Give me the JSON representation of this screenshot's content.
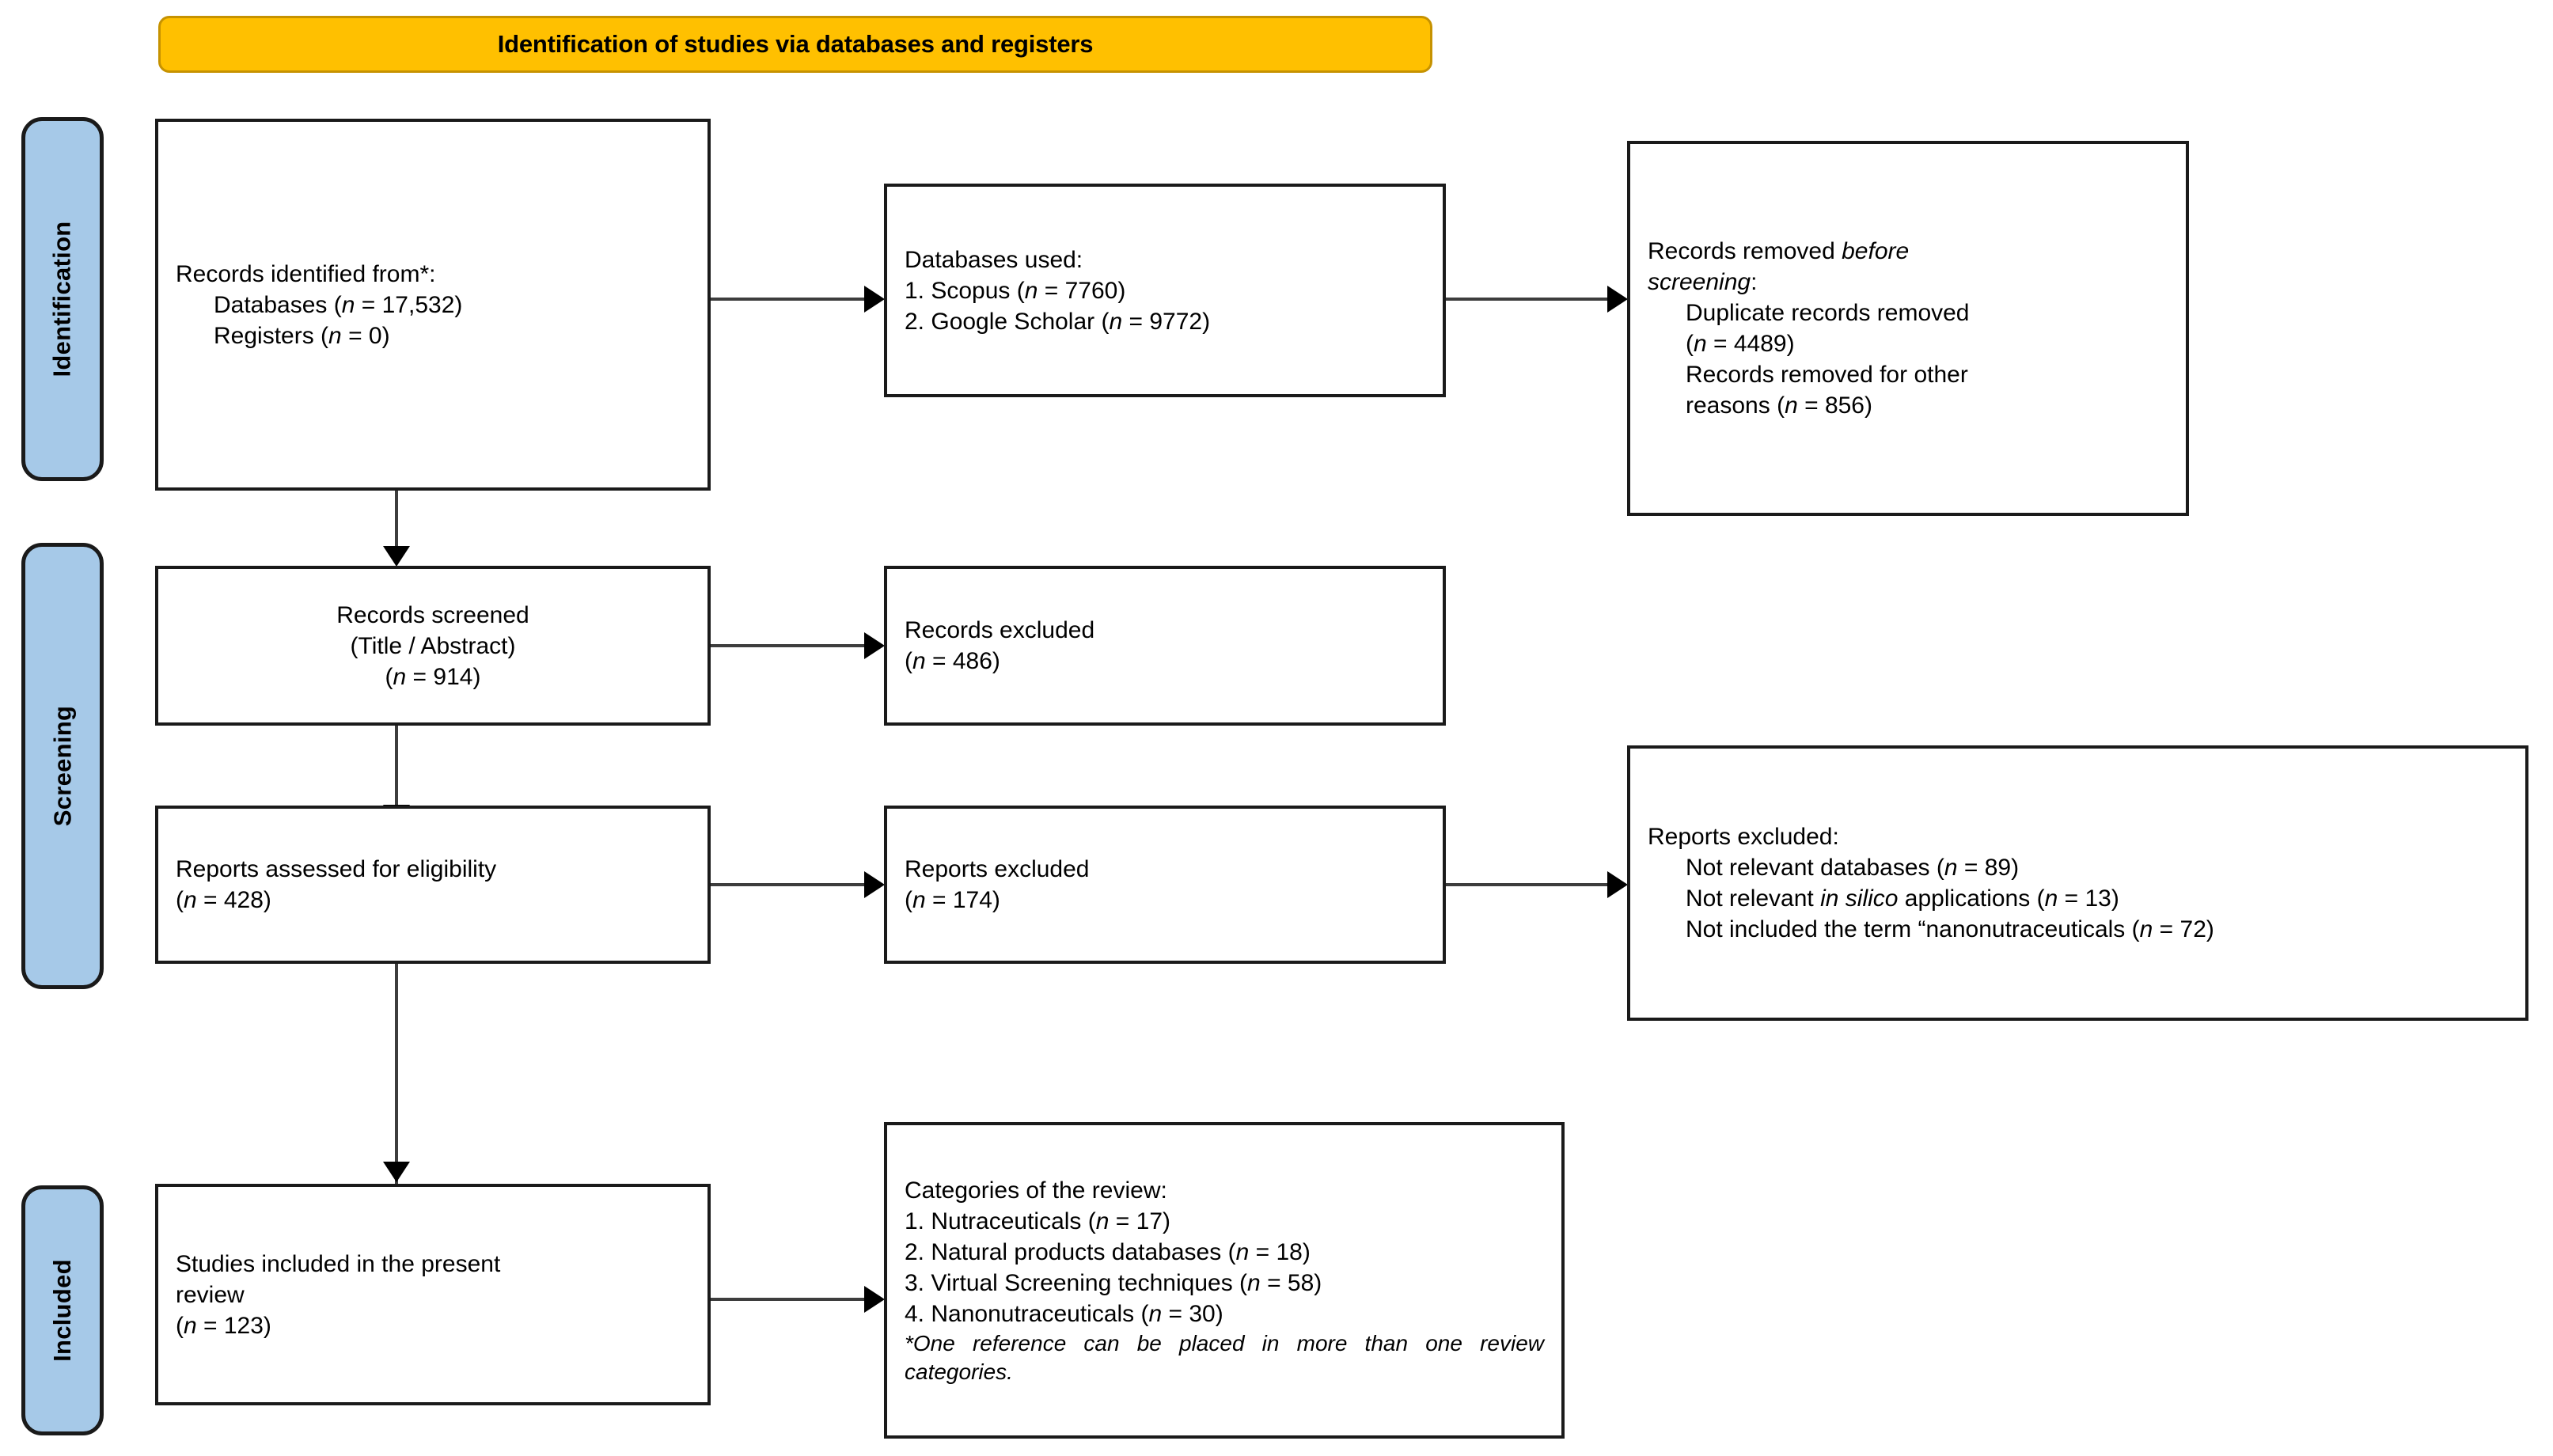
{
  "diagram": {
    "type": "prisma-flow-diagram",
    "banner": {
      "title": "Identification of studies via databases and registers",
      "color": "#ffc000"
    },
    "stages": [
      {
        "id": "identification",
        "label": "Identification",
        "color": "#a6c9e8"
      },
      {
        "id": "screening",
        "label": "Screening",
        "color": "#a6c9e8"
      },
      {
        "id": "included",
        "label": "Included",
        "color": "#a6c9e8"
      }
    ],
    "boxes": {
      "records_identified": {
        "title": "Records identified from*:",
        "items": [
          {
            "label": "Databases (",
            "n_italic": "n",
            "eq": " = 17,532)"
          },
          {
            "label": "Registers (",
            "n_italic": "n",
            "eq": " = 0)"
          }
        ],
        "line1": "Records identified from*:",
        "line2_pre": "Databases (",
        "line2_post": " = 17,532)",
        "line3_pre": "Registers (",
        "line3_post": " = 0)"
      },
      "databases_used": {
        "line1": "Databases used:",
        "line2_pre": "1. Scopus (",
        "line2_post": " = 7760)",
        "line3_pre": "2. Google Scholar (",
        "line3_post": " = 9772)"
      },
      "records_removed": {
        "line1_pre": "Records removed ",
        "line1_it": "before",
        "line2_it": "screening",
        "line2_post": ":",
        "line3": "Duplicate records removed",
        "line4_pre": "(",
        "line4_post": " = 4489)",
        "line5": "Records removed for other",
        "line6_pre": "reasons (",
        "line6_post": " = 856)"
      },
      "records_screened": {
        "line1": "Records screened",
        "line2": "(Title / Abstract)",
        "line3_pre": "(",
        "line3_post": " = 914)"
      },
      "records_excluded": {
        "line1": "Records excluded",
        "line2_pre": "(",
        "line2_post": " = 486)"
      },
      "reports_assessed": {
        "line1": "Reports assessed for eligibility",
        "line2_pre": "(",
        "line2_post": " = 428)"
      },
      "reports_excluded_short": {
        "line1": "Reports excluded",
        "line2_pre": "(",
        "line2_post": " = 174)"
      },
      "reports_excluded_detail": {
        "line1": "Reports excluded:",
        "line2_pre": "Not relevant databases (",
        "line2_post": " = 89)",
        "line3_pre": "Not relevant ",
        "line3_it": "in silico",
        "line3_mid": " applications (",
        "line3_post": " = 13)",
        "line4_pre": "Not included the term “nanonutraceuticals (",
        "line4_post": " = 72)"
      },
      "studies_included": {
        "line1": "Studies included in the present",
        "line2": "review",
        "line3_pre": "(",
        "line3_post": " = 123)"
      },
      "categories": {
        "line1": "Categories of the review:",
        "line2_pre": "1. Nutraceuticals (",
        "line2_post": " = 17)",
        "line3_pre": "2. Natural products databases (",
        "line3_post": " = 18)",
        "line4_pre": "3. Virtual Screening techniques (",
        "line4_post": " = 58)",
        "line5_pre": "4. Nanonutraceuticals (",
        "line5_post": " = 30)",
        "footnote": "*One reference can be placed in more than one review categories."
      }
    },
    "symbols": {
      "n": "n"
    },
    "counts": {
      "databases_identified": 17532,
      "registers_identified": 0,
      "scopus": 7760,
      "google_scholar": 9772,
      "duplicates_removed": 4489,
      "other_reasons_removed": 856,
      "records_screened": 914,
      "records_excluded": 486,
      "reports_assessed": 428,
      "reports_excluded": 174,
      "not_relevant_databases": 89,
      "not_relevant_in_silico": 13,
      "term_not_included": 72,
      "studies_included": 123,
      "cat_nutraceuticals": 17,
      "cat_natural_products_databases": 18,
      "cat_virtual_screening": 58,
      "cat_nanonutraceuticals": 30
    }
  }
}
